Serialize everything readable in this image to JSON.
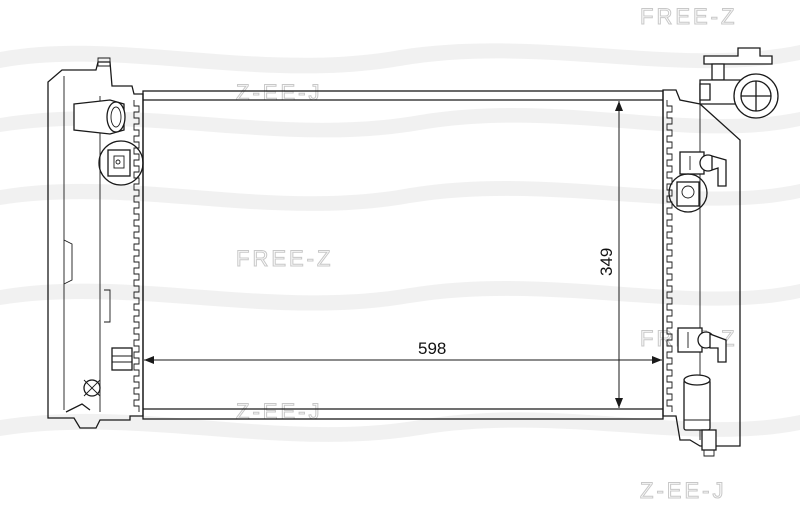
{
  "watermarks": [
    "FREE-Z",
    "Z-EE-J",
    "FREE-Z",
    "FREE-Z",
    "Z-EE-J",
    "Z-EE-J"
  ],
  "dimensions": {
    "width_label": "598",
    "height_label": "349"
  },
  "colors": {
    "line": "#1a1a1a",
    "watermark": "#c8c8c8",
    "background": "#ffffff"
  }
}
